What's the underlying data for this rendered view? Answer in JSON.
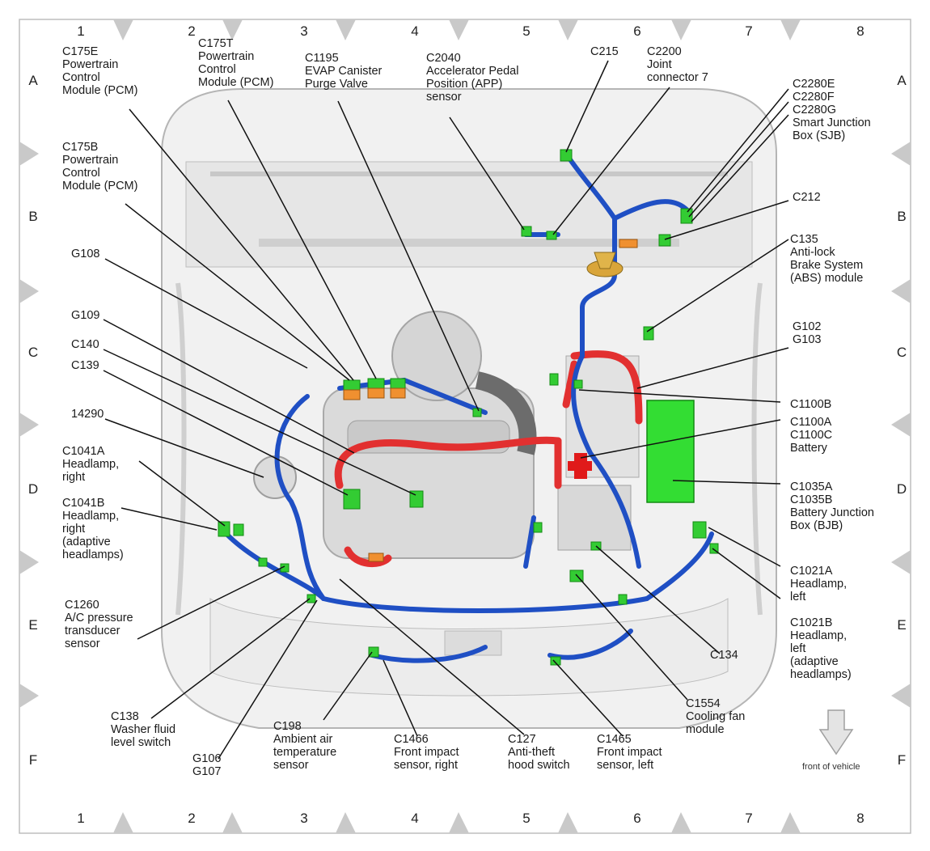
{
  "grid": {
    "columns": [
      "1",
      "2",
      "3",
      "4",
      "5",
      "6",
      "7",
      "8"
    ],
    "rows": [
      "A",
      "B",
      "C",
      "D",
      "E",
      "F"
    ]
  },
  "labels": {
    "c175e": [
      "C175E",
      "Powertrain",
      "Control",
      "Module (PCM)"
    ],
    "c175t": [
      "C175T",
      "Powertrain",
      "Control",
      "Module (PCM)"
    ],
    "c1195": [
      "C1195",
      "EVAP Canister",
      "Purge Valve"
    ],
    "c2040": [
      "C2040",
      "Accelerator Pedal",
      "Position (APP)",
      "sensor"
    ],
    "c215": [
      "C215"
    ],
    "c2200": [
      "C2200",
      "Joint",
      "connector 7"
    ],
    "c2280": [
      "C2280E",
      "C2280F",
      "C2280G",
      "Smart Junction",
      "Box (SJB)"
    ],
    "c175b": [
      "C175B",
      "Powertrain",
      "Control",
      "Module (PCM)"
    ],
    "c212": [
      "C212"
    ],
    "c135": [
      "C135",
      "Anti-lock",
      "Brake System",
      "(ABS) module"
    ],
    "g108": [
      "G108"
    ],
    "g109": [
      "G109"
    ],
    "c140": [
      "C140"
    ],
    "c139": [
      "C139"
    ],
    "g102": [
      "G102",
      "G103"
    ],
    "c1100b": [
      "C1100B"
    ],
    "c1100": [
      "C1100A",
      "C1100C",
      "Battery"
    ],
    "n14290": [
      "14290"
    ],
    "c1041a": [
      "C1041A",
      "Headlamp,",
      "right"
    ],
    "c1041b": [
      "C1041B",
      "Headlamp,",
      "right",
      "(adaptive",
      "headlamps)"
    ],
    "c1035": [
      "C1035A",
      "C1035B",
      "Battery Junction",
      "Box (BJB)"
    ],
    "c1021a": [
      "C1021A",
      "Headlamp,",
      "left"
    ],
    "c1021b": [
      "C1021B",
      "Headlamp,",
      "left",
      "(adaptive",
      "headlamps)"
    ],
    "c1260": [
      "C1260",
      "A/C pressure",
      "transducer",
      "sensor"
    ],
    "c134": [
      "C134"
    ],
    "c1554": [
      "C1554",
      "Cooling fan",
      "module"
    ],
    "c138": [
      "C138",
      "Washer fluid",
      "level switch"
    ],
    "g106": [
      "G106",
      "G107"
    ],
    "c198": [
      "C198",
      "Ambient air",
      "temperature",
      "sensor"
    ],
    "c1466": [
      "C1466",
      "Front impact",
      "sensor, right"
    ],
    "c127": [
      "C127",
      "Anti-theft",
      "hood switch"
    ],
    "c1465": [
      "C1465",
      "Front impact",
      "sensor, left"
    ],
    "front_of_vehicle": "front of vehicle"
  },
  "colors": {
    "harness_blue": "#1f4fc4",
    "connector_green": "#33cc33",
    "cable_red": "#e23030",
    "engine_grey": "#d9d9d9",
    "border_chevron": "#c8c8c8"
  }
}
